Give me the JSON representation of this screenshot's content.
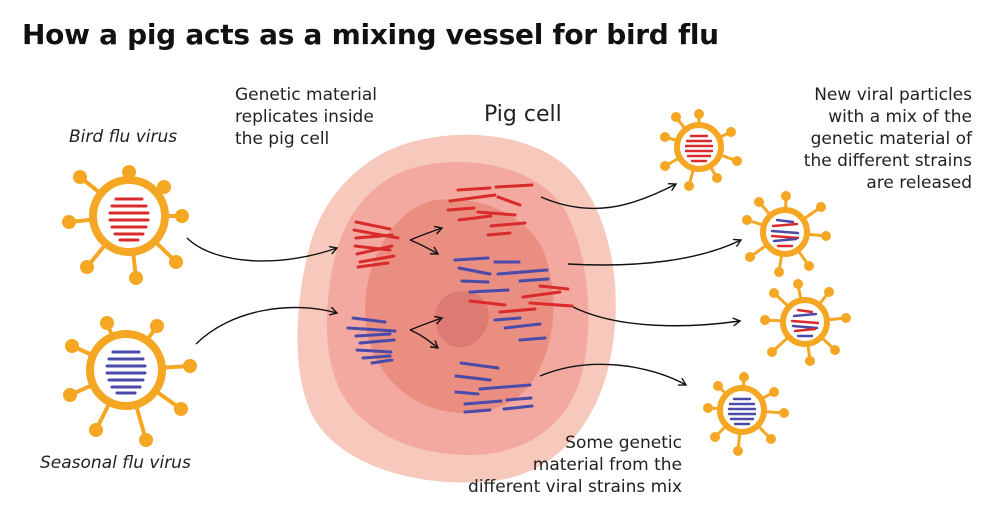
{
  "title": "How a pig acts as a mixing vessel for bird flu",
  "labels": {
    "bird_flu": "Bird flu virus",
    "seasonal_flu": "Seasonal flu virus",
    "pig_cell": "Pig cell",
    "replicates": [
      "Genetic material",
      "replicates inside",
      "the pig cell"
    ],
    "new_particles": [
      "New viral particles",
      "with a mix of the",
      "genetic material of",
      "the different strains",
      "are released"
    ],
    "mix": [
      "Some genetic",
      "material from the",
      "different viral strains mix"
    ]
  },
  "colors": {
    "virus_orange": "#f5a623",
    "bird_rna": "#d92b2b",
    "seasonal_rna": "#4a4aa8",
    "cell_outer": "#f7c9bd",
    "cell_middle": "#f3a9a0",
    "cell_inner": "#e98e80",
    "cell_core": "#de7a74"
  }
}
